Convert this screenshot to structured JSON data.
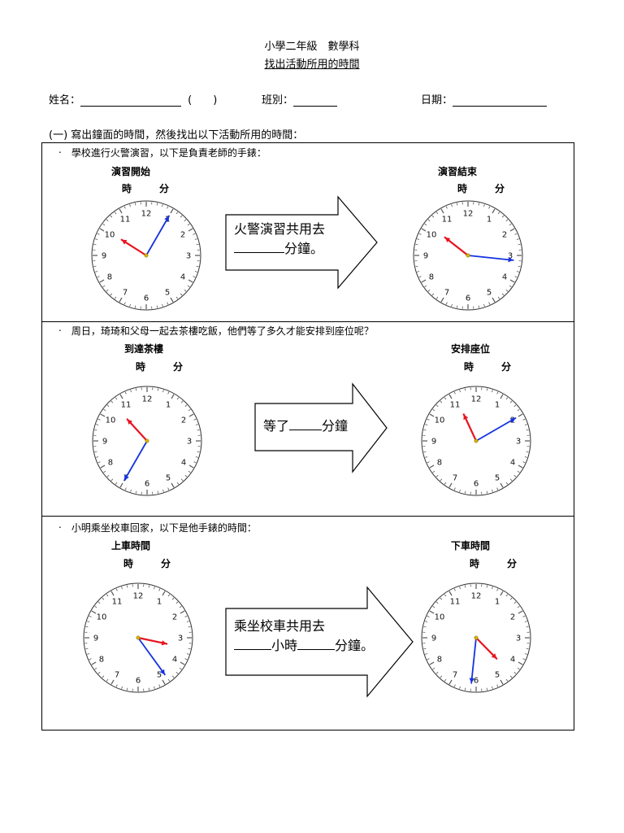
{
  "header": {
    "title": "小學二年級　數學科",
    "subtitle": "找出活動所用的時間"
  },
  "info": {
    "name_label": "姓名：",
    "paren_label": "(　　)",
    "class_label": "班別：",
    "date_label": "日期："
  },
  "instruction": "(一) 寫出鐘面的時間，然後找出以下活動所用的時間：",
  "sections": [
    {
      "question": "‧　學校進行火警演習，以下是負責老師的手錶：",
      "start_label": "演習開始",
      "end_label": "演習結束",
      "hour_char": "時",
      "minute_char": "分",
      "arrow_line1": "火警演習共用去",
      "arrow_line2": "分鐘。",
      "start_clock": {
        "hour": 10,
        "minute": 5
      },
      "end_clock": {
        "hour": 10,
        "minute": 16
      }
    },
    {
      "question": "‧　周日，琦琦和父母一起去茶樓吃飯，他們等了多久才能安排到座位呢？",
      "start_label": "到達茶樓",
      "end_label": "安排座位",
      "hour_char": "時",
      "minute_char": "分",
      "arrow_line1": "等了",
      "arrow_line2": "分鐘",
      "start_clock": {
        "hour": 10,
        "minute": 35
      },
      "end_clock": {
        "hour": 11,
        "minute": 10
      }
    },
    {
      "question": "‧　小明乘坐校車回家，以下是他手錶的時間：",
      "start_label": "上車時間",
      "end_label": "下車時間",
      "hour_char": "時",
      "minute_char": "分",
      "arrow_line1": "乘坐校車共用去",
      "arrow_line2_a": "小時",
      "arrow_line2_b": "分鐘。",
      "start_clock": {
        "hour": 3,
        "minute": 24
      },
      "end_clock": {
        "hour": 4,
        "minute": 31
      }
    }
  ],
  "colors": {
    "hour_hand": "#e8141e",
    "minute_hand": "#1432e0",
    "center": "#d8b400"
  }
}
